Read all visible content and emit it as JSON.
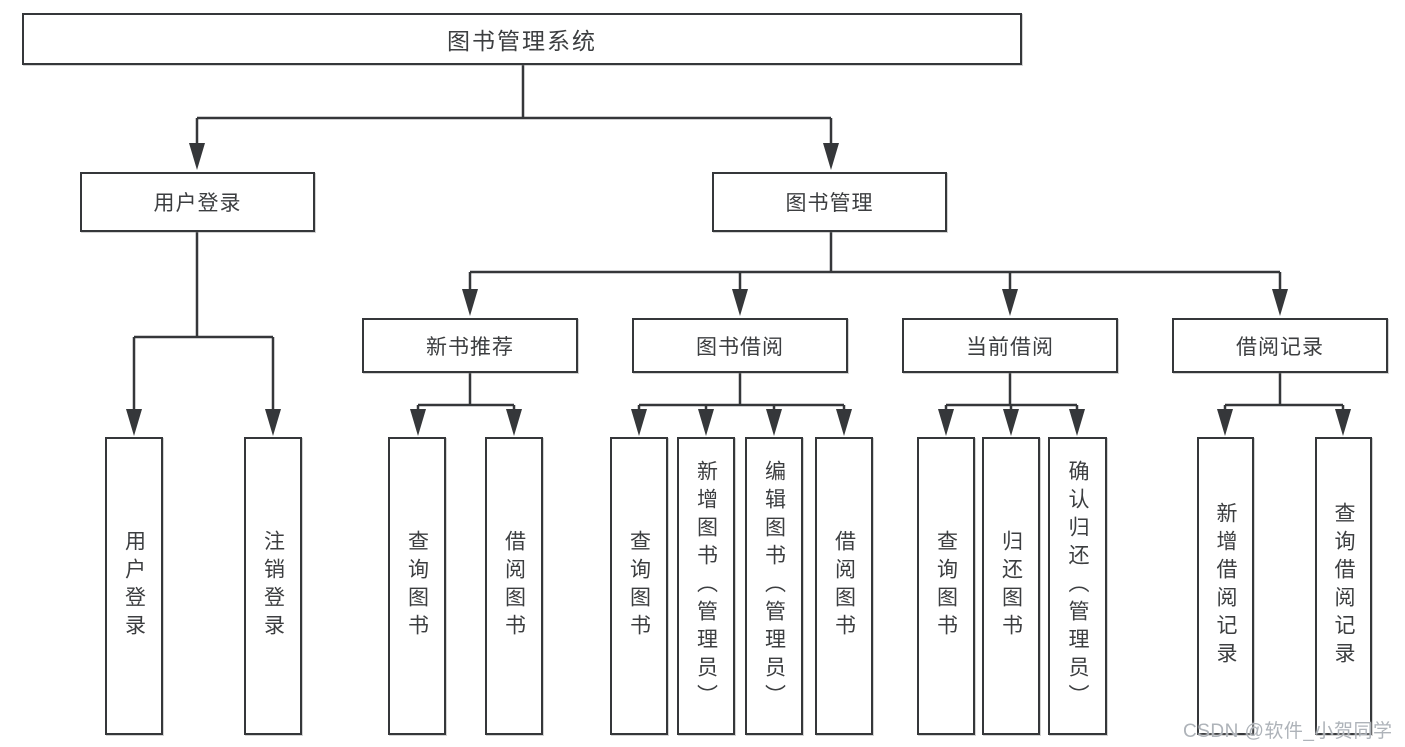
{
  "diagram": {
    "title": "图书管理系统",
    "type": "tree",
    "tree": {
      "label": "图书管理系统",
      "children": [
        {
          "label": "用户登录",
          "children": [
            {
              "label": "用户登录"
            },
            {
              "label": "注销登录"
            }
          ]
        },
        {
          "label": "图书管理",
          "children": [
            {
              "label": "新书推荐",
              "children": [
                {
                  "label": "查询图书"
                },
                {
                  "label": "借阅图书"
                }
              ]
            },
            {
              "label": "图书借阅",
              "children": [
                {
                  "label": "查询图书"
                },
                {
                  "label": "新增图书（管理员）"
                },
                {
                  "label": "编辑图书（管理员）"
                },
                {
                  "label": "借阅图书"
                }
              ]
            },
            {
              "label": "当前借阅",
              "children": [
                {
                  "label": "查询图书"
                },
                {
                  "label": "归还图书"
                },
                {
                  "label": "确认归还（管理员）"
                }
              ]
            },
            {
              "label": "借阅记录",
              "children": [
                {
                  "label": "新增借阅记录"
                },
                {
                  "label": "查询借阅记录"
                }
              ]
            }
          ]
        }
      ]
    }
  },
  "watermark": "CSDN @软件_小贺同学",
  "colors": {
    "line": "#35373a",
    "box_border": "#35373a",
    "box_background": "#ffffff",
    "text": "#3c3e40",
    "page_background": "#ffffff",
    "watermark": "#aeb3b9"
  }
}
